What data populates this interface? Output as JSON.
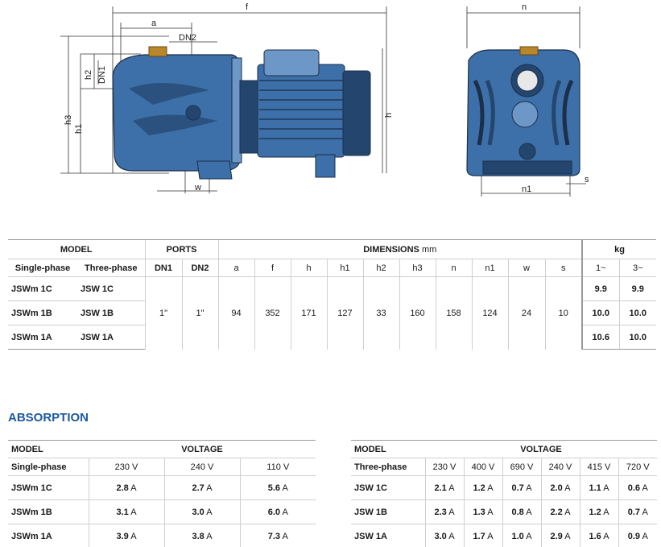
{
  "drawing": {
    "side_labels": {
      "f": "f",
      "a": "a",
      "dn2": "DN2",
      "dn1": "DN1",
      "h2": "h2",
      "h3": "h3",
      "h1": "h1",
      "h": "h",
      "w": "w"
    },
    "front_labels": {
      "n": "n",
      "n1": "n1",
      "s": "s"
    },
    "colors": {
      "body": "#3d6fa8",
      "body_dark": "#24466e",
      "body_light": "#6d97c6",
      "stroke": "#1b2f4a",
      "dim": "#333333"
    }
  },
  "dimensions_table": {
    "group_model": "MODEL",
    "group_ports": "PORTS",
    "group_dimensions": "DIMENSIONS",
    "group_dimensions_unit": "mm",
    "group_weight": "kg",
    "col_single": "Single-phase",
    "col_three": "Three-phase",
    "col_dn1": "DN1",
    "col_dn2": "DN2",
    "dim_cols": [
      "a",
      "f",
      "h",
      "h1",
      "h2",
      "h3",
      "n",
      "n1",
      "w",
      "s"
    ],
    "col_w1": "1~",
    "col_w3": "3~",
    "rows": [
      {
        "single": "JSWm 1C",
        "three": "JSW 1C",
        "w1": "9.9",
        "w3": "9.9"
      },
      {
        "single": "JSWm 1B",
        "three": "JSW 1B",
        "w1": "10.0",
        "w3": "10.0"
      },
      {
        "single": "JSWm 1A",
        "three": "JSW 1A",
        "w1": "10.6",
        "w3": "10.0"
      }
    ],
    "shared": {
      "dn1": "1\"",
      "dn2": "1\"",
      "dims": [
        "94",
        "352",
        "171",
        "127",
        "33",
        "160",
        "158",
        "124",
        "24",
        "10"
      ]
    }
  },
  "absorption": {
    "title": "ABSORPTION",
    "single": {
      "h_model": "MODEL",
      "h_voltage": "VOLTAGE",
      "h_phase": "Single-phase",
      "voltages": [
        "230 V",
        "240 V",
        "110 V"
      ],
      "rows": [
        {
          "model": "JSWm 1C",
          "values": [
            "2.8",
            "2.7",
            "5.6"
          ]
        },
        {
          "model": "JSWm 1B",
          "values": [
            "3.1",
            "3.0",
            "6.0"
          ]
        },
        {
          "model": "JSWm 1A",
          "values": [
            "3.9",
            "3.8",
            "7.3"
          ]
        }
      ]
    },
    "three": {
      "h_model": "MODEL",
      "h_voltage": "VOLTAGE",
      "h_phase": "Three-phase",
      "voltages": [
        "230 V",
        "400 V",
        "690 V",
        "240 V",
        "415 V",
        "720 V"
      ],
      "rows": [
        {
          "model": "JSW 1C",
          "values": [
            "2.1",
            "1.2",
            "0.7",
            "2.0",
            "1.1",
            "0.6"
          ]
        },
        {
          "model": "JSW 1B",
          "values": [
            "2.3",
            "1.3",
            "0.8",
            "2.2",
            "1.2",
            "0.7"
          ]
        },
        {
          "model": "JSW 1A",
          "values": [
            "3.0",
            "1.7",
            "1.0",
            "2.9",
            "1.6",
            "0.9"
          ]
        }
      ]
    },
    "unit": "A"
  }
}
